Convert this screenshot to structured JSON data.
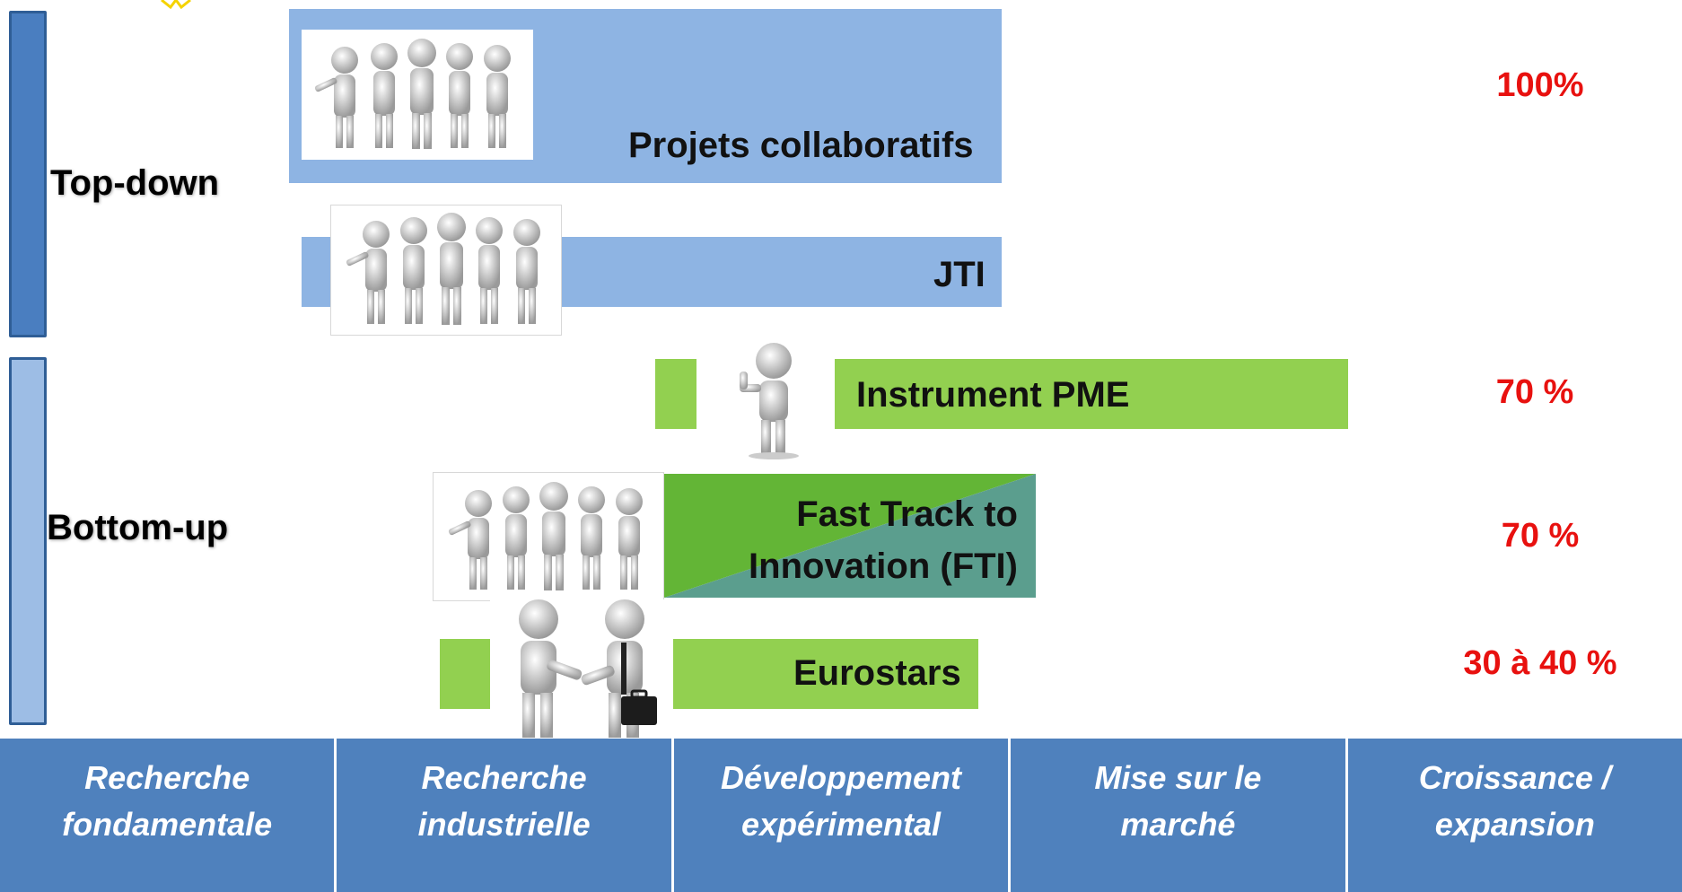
{
  "groups": {
    "top": "Top-down",
    "bottom": "Bottom-up"
  },
  "bars": {
    "collab": "Projets collaboratifs",
    "jti": "JTI",
    "pme": "Instrument PME",
    "fti": "Fast Track to\nInnovation (FTI)",
    "eurostars": "Eurostars"
  },
  "rates": {
    "collab": "100%",
    "pme": "70 %",
    "fti": "70 %",
    "eurostars": "30 à 40 %"
  },
  "phases": [
    "Recherche\nfondamentale",
    "Recherche\nindustrielle",
    "Développement\nexpérimental",
    "Mise  sur le\nmarché",
    "Croissance /\nexpansion"
  ],
  "colors": {
    "blue_bar": "#8eb4e3",
    "green_bar": "#92d050",
    "fti_dark_green": "#63b536",
    "fti_teal": "#5b9e8e",
    "phase_bg": "#4f81bd",
    "rate_red": "#e8110f",
    "bracket_dark": "#4a7ec0",
    "bracket_light": "#9dbde5"
  },
  "icons": {
    "star": "star-icon",
    "group": "people-group-icon",
    "thumbs_up": "person-thumbs-up-icon",
    "handshake": "handshake-icon"
  }
}
